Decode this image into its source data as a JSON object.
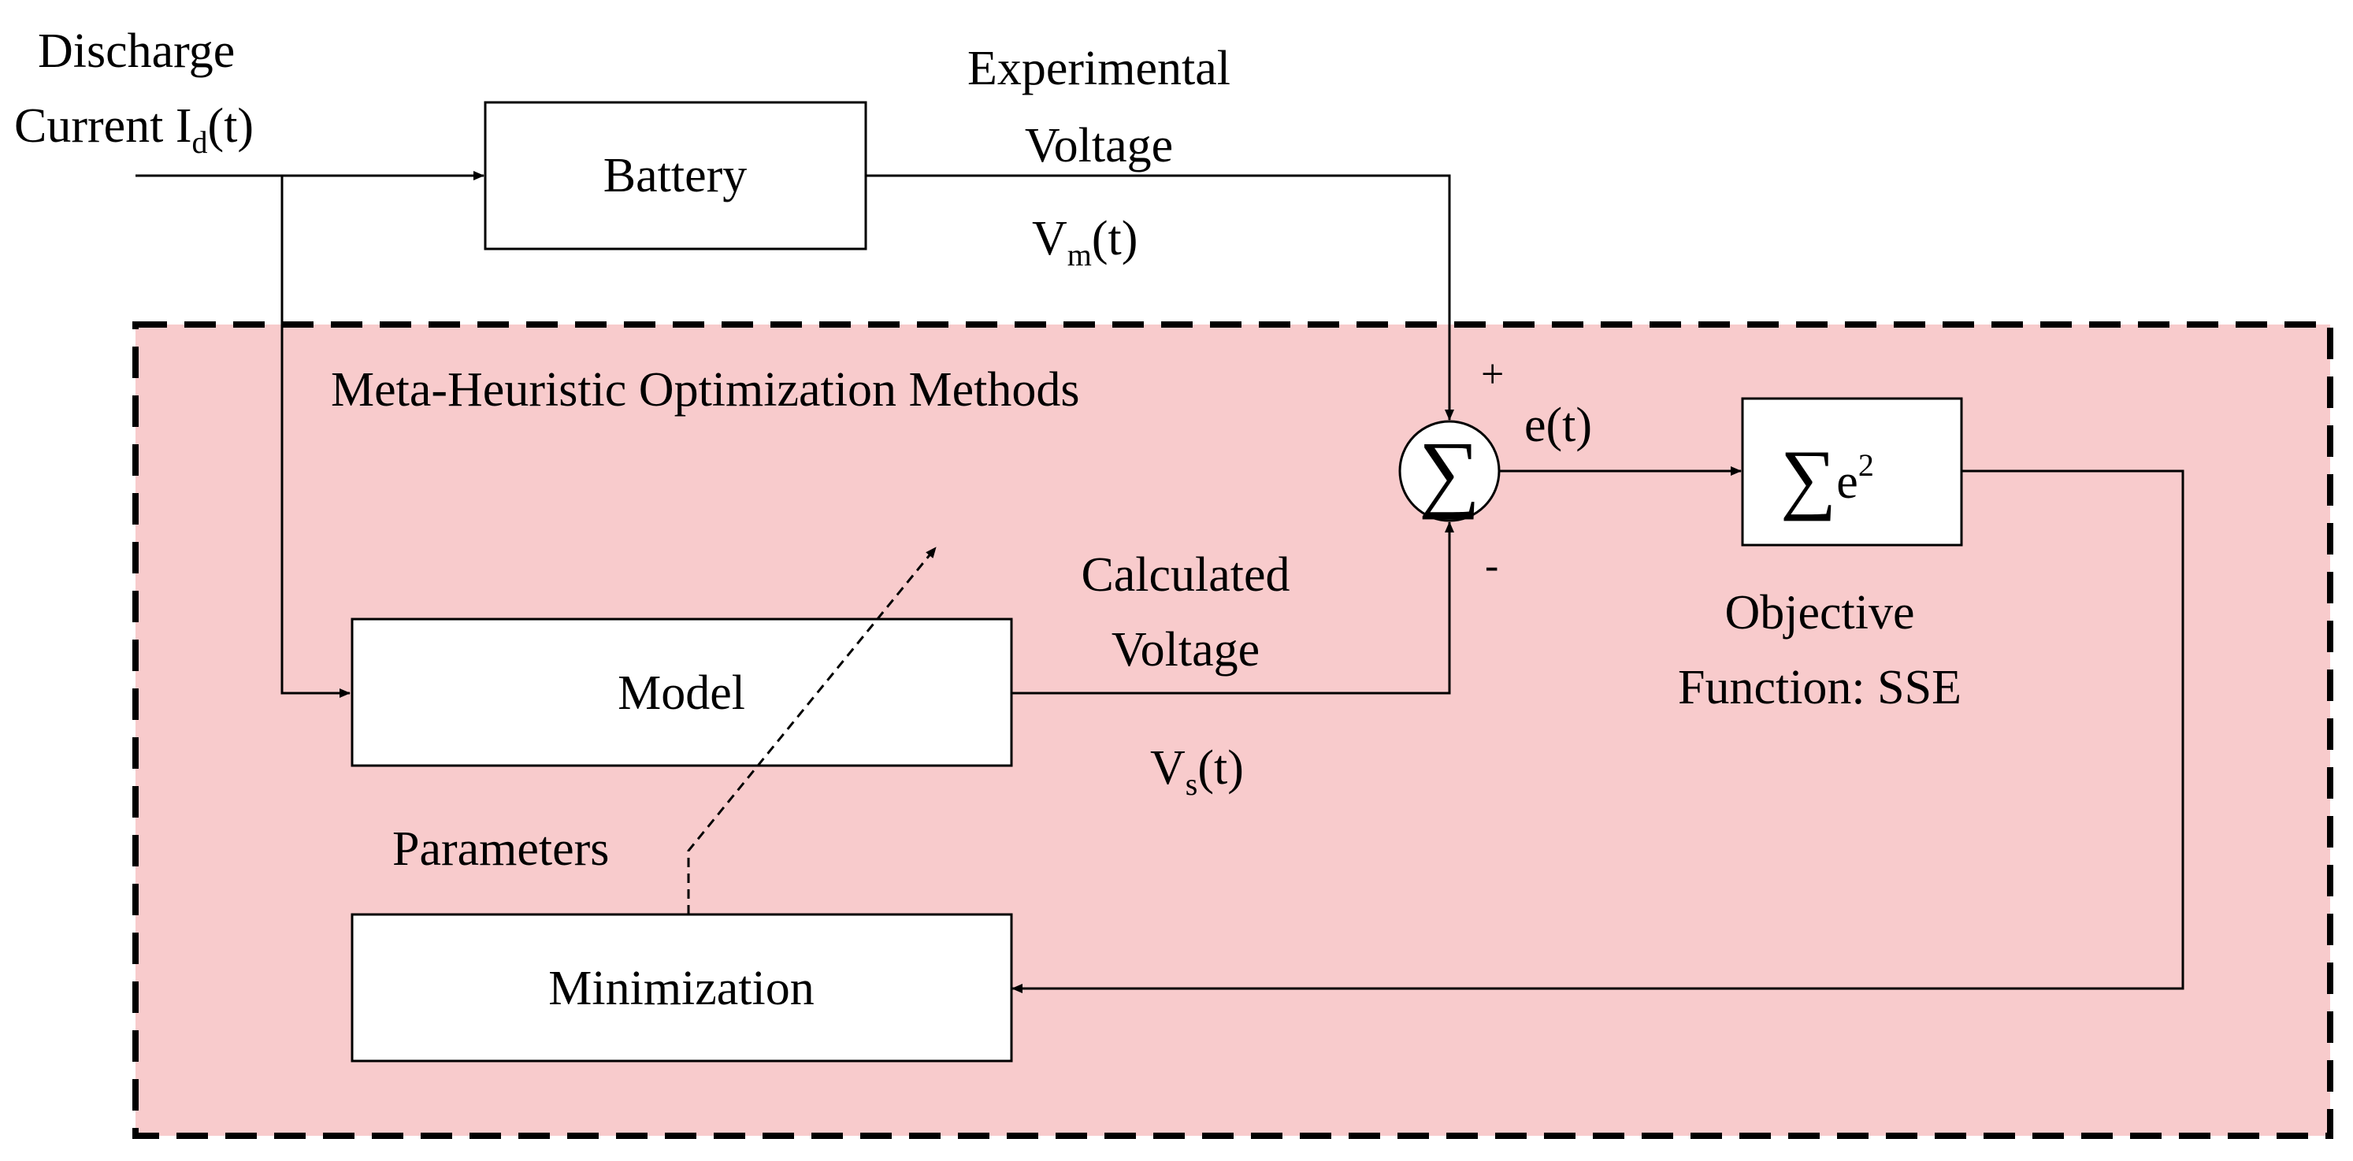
{
  "colors": {
    "region_fill": "#f8cbcc",
    "stroke": "#000000",
    "box_fill": "#ffffff"
  },
  "input": {
    "line1": "Discharge",
    "line2_main": "Current I",
    "line2_sub": "d",
    "line2_tail": "(t)"
  },
  "battery": {
    "label": "Battery"
  },
  "experimental": {
    "line1": "Experimental",
    "line2": "Voltage",
    "symbol_main": "V",
    "symbol_sub": "m",
    "symbol_tail": "(t)"
  },
  "region": {
    "title": "Meta-Heuristic Optimization Methods"
  },
  "summing": {
    "symbol": "∑",
    "plus": "+",
    "minus": "-",
    "error": "e(t)"
  },
  "objective": {
    "symbol": "∑",
    "expr_base": "e",
    "expr_sup": "2",
    "line1": "Objective",
    "line2": "Function: SSE"
  },
  "model": {
    "label": "Model"
  },
  "calculated": {
    "line1": "Calculated",
    "line2": "Voltage",
    "symbol_main": "V",
    "symbol_sub": "s",
    "symbol_tail": "(t)"
  },
  "parameters": {
    "label": "Parameters"
  },
  "minimization": {
    "label": "Minimization"
  }
}
